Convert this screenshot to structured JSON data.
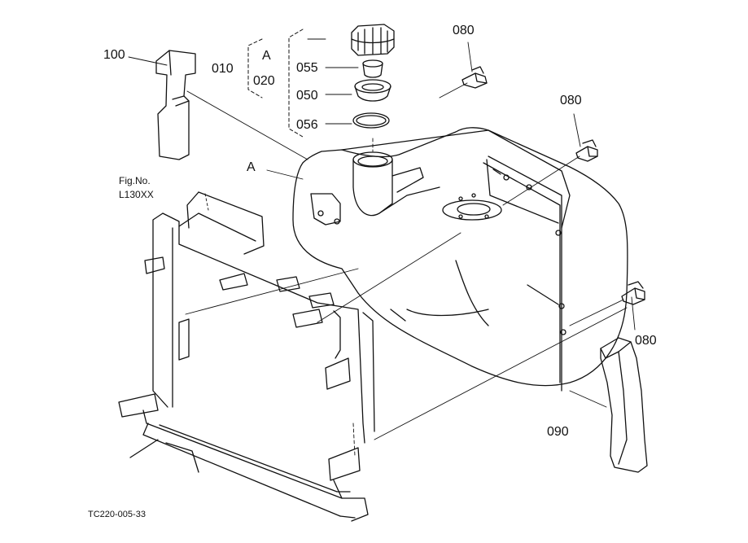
{
  "labels": {
    "p100": "100",
    "p010": "010",
    "groupA": "A",
    "p020": "020",
    "p055": "055",
    "p050": "050",
    "p056": "056",
    "p080_top": "080",
    "p080_mid": "080",
    "p080_low": "080",
    "p090": "090",
    "refA": "A",
    "fig_no": "Fig.No.",
    "fig_ref": "L130XX",
    "drawing_code": "TC220-005-33"
  },
  "colors": {
    "line": "#111111",
    "background": "#ffffff"
  }
}
